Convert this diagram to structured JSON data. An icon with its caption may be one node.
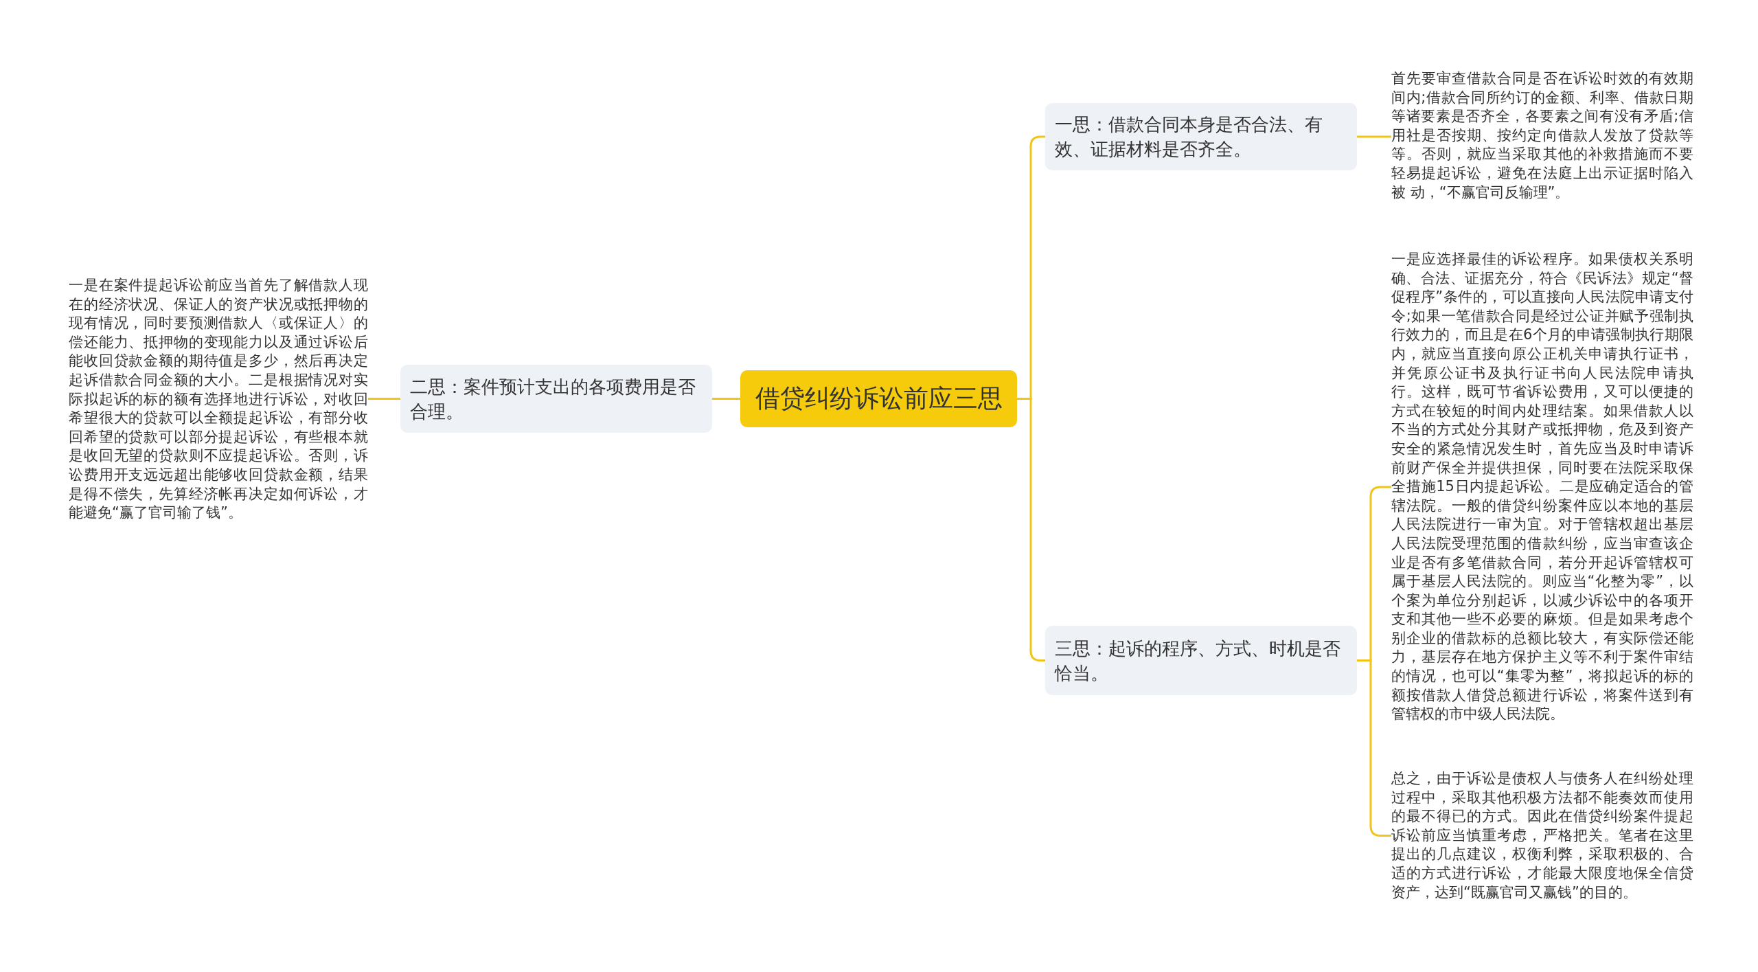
{
  "diagram": {
    "nodes": [
      {
        "text": [
          "借贷纠纷诉讼前应三思"
        ]
      },
      {
        "text": [
          "一思：借款合同本身是否合法、有效、证据材料是否齐全。"
        ]
      },
      {
        "text": [
          "首先要审查借款合同是否在诉讼时效的有效期间内;借款合同所约订的金额、利率、借款日期等诸要素是否齐全，各要素之间有没有矛盾;信用社是否按期、按约定向借款人发放了贷款等等。否则，就应当采取其他的补救措施而不要轻易提起诉讼，避免在法庭上出示证据时陷入被 动，“不赢官司反输理”。"
        ]
      },
      {
        "text": [
          "二思：案件预计支出的各项费用是否合理。"
        ]
      },
      {
        "text": [
          "一是在案件提起诉讼前应当首先了解借款人现在的经济状况、保证人的资产状况或抵押物的现有情况，同时要预测借款人〈或保证人〉的偿还能力、抵押物的变现能力以及通过诉讼后能收回贷款金额的期待值是多少，然后再决定起诉借款合同金额的大小。二是根据情况对实际拟起诉的标的额有选择地进行诉讼，对收回希望很大的贷款可以全额提起诉讼，有部分收回希望的贷款可以部分提起诉讼，有些根本就是收回无望的贷款则不应提起诉讼。否则，诉讼费用开支远远超出能够收回贷款金额，结果是得不偿失，先算经济帐再决定如何诉讼，才能避免“赢了官司输了钱”。"
        ]
      },
      {
        "text": [
          "三思：起诉的程序、方式、时机是否恰当。"
        ]
      },
      {
        "text": [
          "一是应选择最佳的诉讼程序。如果债权关系明确、合法、证据充分，符合《民诉法》规定“督促程序”条件的，可以直接向人民法院申请支付令;如果一笔借款合同是经过公证并赋予强制执行效力的，而且是在6个月的申请强制执行期限内，就应当直接向原公正机关申请执行证书，并凭原公证书及执行证书向人民法院申请执行。这样，既可节省诉讼费用，又可以便捷的方式在较短的时间内处理结案。如果借款人以不当的方式处分其财产或抵押物，危及到资产安全的紧急情况发生时，首先应当及时申请诉前财产保全并提供担保，同时要在法院采取保全措施15日内提起诉讼。二是应确定适合的管辖法院。一般的借贷纠纷案件应以本地的基层人民法院进行一审为宜。对于管辖权超出基层人民法院受理范围的借款纠纷，应当审查该企业是否有多笔借款合同，若分开起诉管辖权可属于基层人民法院的。则应当“化整为零”，以个案为单位分别起诉，以减少诉讼中的各项开支和其他一些不必要的麻烦。但是如果考虑个别企业的借款标的总额比较大，有实际偿还能力，基层存在地方保护主义等不利于案件审结的情况，也可以“集零为整”，将拟起诉的标的额按借款人借贷总额进行诉讼，将案件送到有管辖权的市中级人民法院。"
        ]
      },
      {
        "text": [
          "总之，由于诉讼是债权人与债务人在纠纷处理过程中，采取其他积极方法都不能奏效而使用的最不得已的方式。因此在借贷纠纷案件提起诉讼前应当慎重考虑，严格把关。笔者在这里提出的几点建议，权衡利弊，采取积极的、合适的方式进行诉讼，才能最大限度地保全信贷资产，达到“既赢官司又赢钱”的目的。"
        ]
      }
    ],
    "edges": [
      {
        "from": 0,
        "to": 1,
        "arrow": "none"
      },
      {
        "from": 1,
        "to": 2,
        "arrow": "none"
      },
      {
        "from": 0,
        "to": 3,
        "arrow": "none"
      },
      {
        "from": 3,
        "to": 4,
        "arrow": "none"
      },
      {
        "from": 0,
        "to": 5,
        "arrow": "none"
      },
      {
        "from": 5,
        "to": 6,
        "arrow": "none"
      },
      {
        "from": 5,
        "to": 7,
        "arrow": "none"
      }
    ]
  }
}
